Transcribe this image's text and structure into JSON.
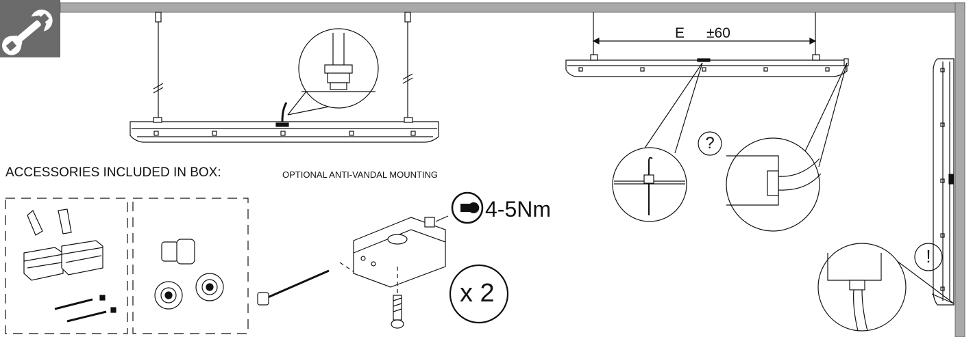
{
  "labels": {
    "accessories_included": "ACCESSORIES INCLUDED IN BOX:",
    "optional_mounting": "OPTIONAL ANTI-VANDAL MOUNTING",
    "torque": "4-5Nm",
    "quantity": "x 2",
    "dimension_e": "E",
    "dimension_tolerance": "±60",
    "help_mark": "?",
    "warning_mark": "!"
  },
  "icons": {
    "header_badge": "wrench-icon",
    "torque": "torque-wrench-icon",
    "help": "question-circle-icon",
    "warning": "exclamation-circle-icon"
  },
  "colors": {
    "badge_background": "#6b6b6b",
    "frame": "#a9a9a9",
    "line_art": "#111111",
    "background": "#ffffff"
  }
}
